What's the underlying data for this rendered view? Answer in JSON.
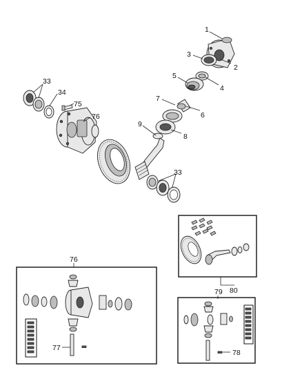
{
  "diagram": {
    "callouts": {
      "c1": "1",
      "c2": "2",
      "c3": "3",
      "c4": "4",
      "c5": "5",
      "c6": "6",
      "c7": "7",
      "c8": "8",
      "c9": "9",
      "c33a": "33",
      "c33b": "33",
      "c34": "34",
      "c75": "75",
      "c76a": "76",
      "c76b": "76",
      "c77": "77",
      "c78": "78",
      "c79": "79",
      "c80": "80"
    }
  }
}
